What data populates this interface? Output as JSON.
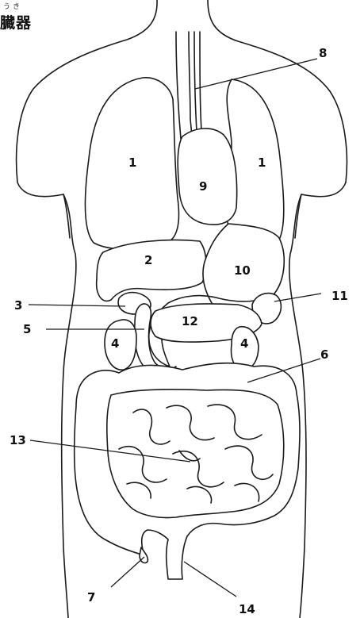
{
  "title": {
    "ruby": "うき",
    "text": "臓器"
  },
  "labels": {
    "lung_left": "1",
    "lung_right": "1",
    "liver": "2",
    "gallbladder": "3",
    "kidney_left": "4",
    "kidney_right": "4",
    "duodenum": "5",
    "large_intestine": "6",
    "appendix": "7",
    "esophagus": "8",
    "heart": "9",
    "stomach": "10",
    "spleen": "11",
    "pancreas": "12",
    "small_intestine": "13",
    "rectum": "14"
  }
}
